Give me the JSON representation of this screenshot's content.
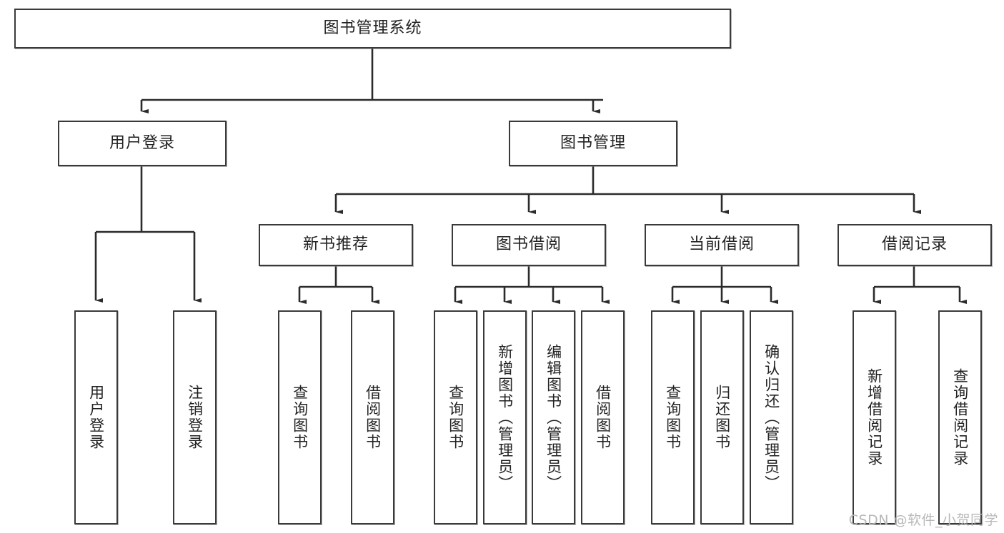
{
  "diagram": {
    "type": "tree-hierarchy",
    "title": "图书管理系统",
    "watermark": "CSDN @软件_小贺同学",
    "colors": {
      "box_border": "#3a3a3a",
      "box_fill": "#ffffff",
      "connector": "#2b2b2b",
      "text": "#222222",
      "watermark": "#b8b8b8"
    },
    "nodes": {
      "root": {
        "label": "图书管理系统"
      },
      "level1": [
        {
          "label": "用户登录"
        },
        {
          "label": "图书管理"
        }
      ],
      "level2": [
        {
          "label": "新书推荐"
        },
        {
          "label": "图书借阅"
        },
        {
          "label": "当前借阅"
        },
        {
          "label": "借阅记录"
        }
      ],
      "leaves": {
        "user_login": [
          {
            "label": "用户登录"
          },
          {
            "label": "注销登录"
          }
        ],
        "new_book_recommend": [
          {
            "label": "查询图书"
          },
          {
            "label": "借阅图书"
          }
        ],
        "book_borrow": [
          {
            "label": "查询图书"
          },
          {
            "label": "新增图书（管理员）"
          },
          {
            "label": "编辑图书（管理员）"
          },
          {
            "label": "借阅图书"
          }
        ],
        "current_borrow": [
          {
            "label": "查询图书"
          },
          {
            "label": "归还图书"
          },
          {
            "label": "确认归还（管理员）"
          }
        ],
        "borrow_record": [
          {
            "label": "新增借阅记录"
          },
          {
            "label": "查询借阅记录"
          }
        ]
      }
    }
  }
}
